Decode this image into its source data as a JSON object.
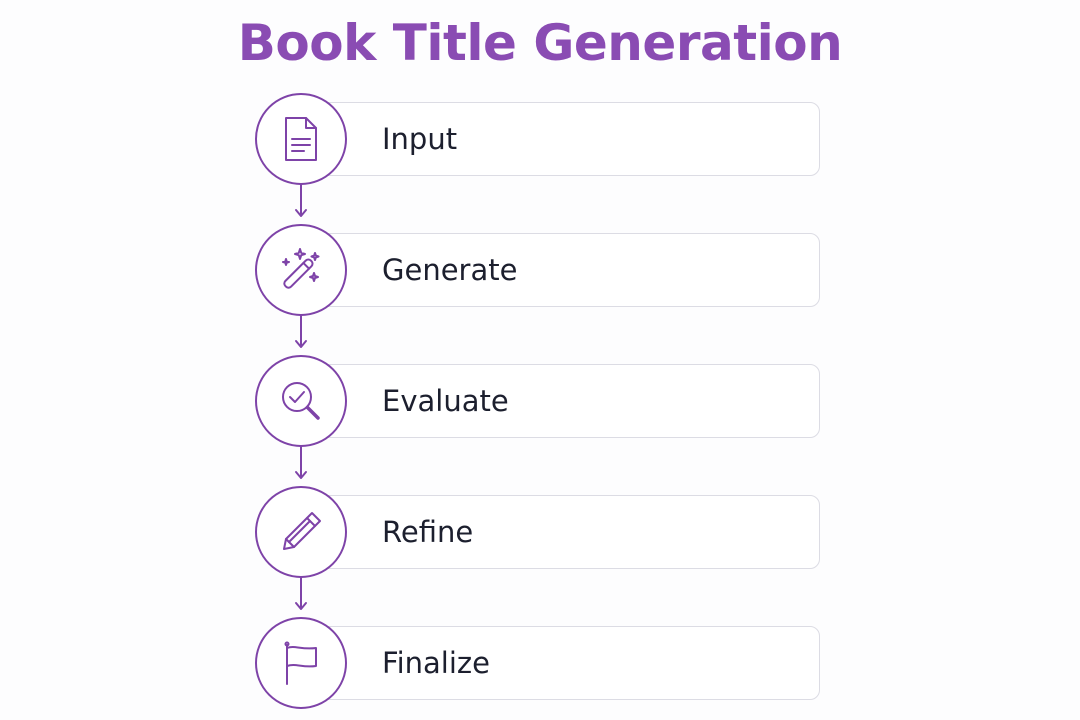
{
  "title": "Book Title Generation",
  "colors": {
    "accent": "#7e43a8",
    "title": "#8a4cb3",
    "text": "#1c1f2e",
    "card_border": "#dcdce4"
  },
  "steps": [
    {
      "label": "Input",
      "icon": "document-icon"
    },
    {
      "label": "Generate",
      "icon": "magic-wand-icon"
    },
    {
      "label": "Evaluate",
      "icon": "magnifier-check-icon"
    },
    {
      "label": "Refine",
      "icon": "pencil-icon"
    },
    {
      "label": "Finalize",
      "icon": "flag-icon"
    }
  ]
}
